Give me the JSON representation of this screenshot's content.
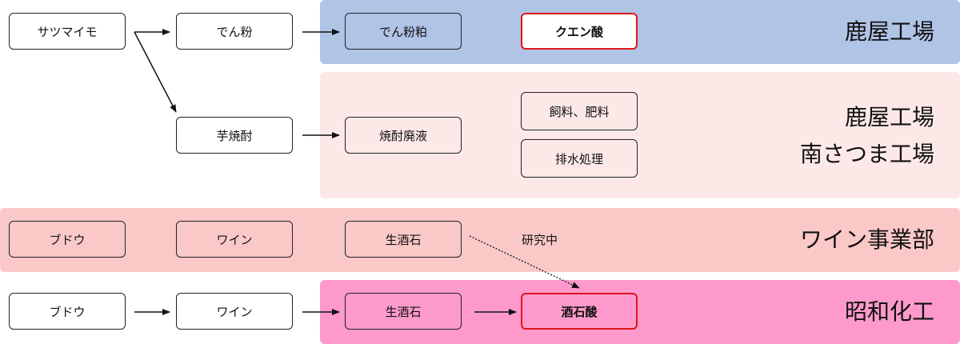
{
  "bands": {
    "kanoya1": {
      "title": "鹿屋工場",
      "color": "#b0c4e6"
    },
    "kanoya2": {
      "title1": "鹿屋工場",
      "title2": "南さつま工場",
      "color": "#fde8e8"
    },
    "wine": {
      "title": "ワイン事業部",
      "color": "#fbc8c8"
    },
    "showa": {
      "title": "昭和化工",
      "color": "#fd9acb"
    }
  },
  "nodes": {
    "satsumaimo": "サツマイモ",
    "denpun": "でん粉",
    "denpunkasu": "でん粉粕",
    "citric_acid": "クエン酸",
    "imo_shochu": "芋焼酎",
    "shochu_hairyo": "焼酎廃液",
    "feed_fertilizer": "飼料、肥料",
    "wastewater": "排水処理",
    "budou1": "ブドウ",
    "wine1": "ワイン",
    "tartar1": "生酒石",
    "research_note": "研究中",
    "budou2": "ブドウ",
    "wine2": "ワイン",
    "tartar2": "生酒石",
    "tartaric_acid": "酒石酸"
  },
  "colors": {
    "white_node": "#ffffff",
    "blue_node": "#b0c4e6",
    "pink_light_node": "#fde8e8",
    "wine_node": "#fbc8c8",
    "showa_node": "#fd9acb",
    "highlight_border": "#e0161b"
  }
}
